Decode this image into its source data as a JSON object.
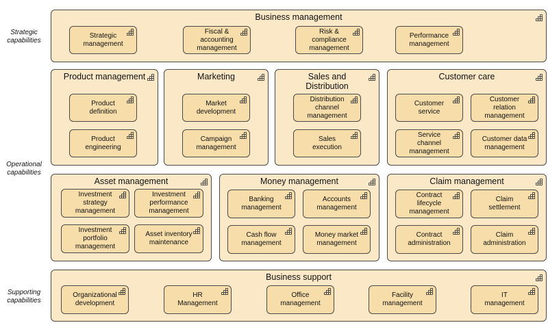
{
  "side_labels": {
    "strategic": "Strategic capabilities",
    "operational": "Operational capabilities",
    "supporting": "Supporting capabilities"
  },
  "icon": "capability-grid-icon",
  "colors": {
    "group_fill": "#fbe8c7",
    "capability_fill": "#f6dda9",
    "border": "#4a4a4a"
  },
  "business_management": {
    "title": "Business management",
    "items": [
      "Strategic management",
      "Fiscal & accounting management",
      "Risk & compliance management",
      "Performance management"
    ]
  },
  "product_management": {
    "title": "Product management",
    "items": [
      "Product definition",
      "Product engineering"
    ]
  },
  "marketing": {
    "title": "Marketing",
    "items": [
      "Market development",
      "Campaign management"
    ]
  },
  "sales": {
    "title": "Sales and Distribution",
    "items": [
      "Distribution channel management",
      "Sales execution"
    ]
  },
  "customer_care": {
    "title": "Customer care",
    "items": [
      "Customer service",
      "Customer relation management",
      "Service channel management",
      "Customer data management"
    ]
  },
  "asset_management": {
    "title": "Asset management",
    "items": [
      "Investment strategy management",
      "Investment performance management",
      "Investment portfolio management",
      "Asset inventory maintenance"
    ]
  },
  "money_management": {
    "title": "Money management",
    "items": [
      "Banking management",
      "Accounts management",
      "Cash flow management",
      "Money market management"
    ]
  },
  "claim_management": {
    "title": "Claim management",
    "items": [
      "Contract lifecycle management",
      "Claim settlement",
      "Contract administration",
      "Claim administration"
    ]
  },
  "business_support": {
    "title": "Business support",
    "items": [
      "Organizational development",
      "HR Management",
      "Office management",
      "Facility management",
      "IT management"
    ]
  }
}
